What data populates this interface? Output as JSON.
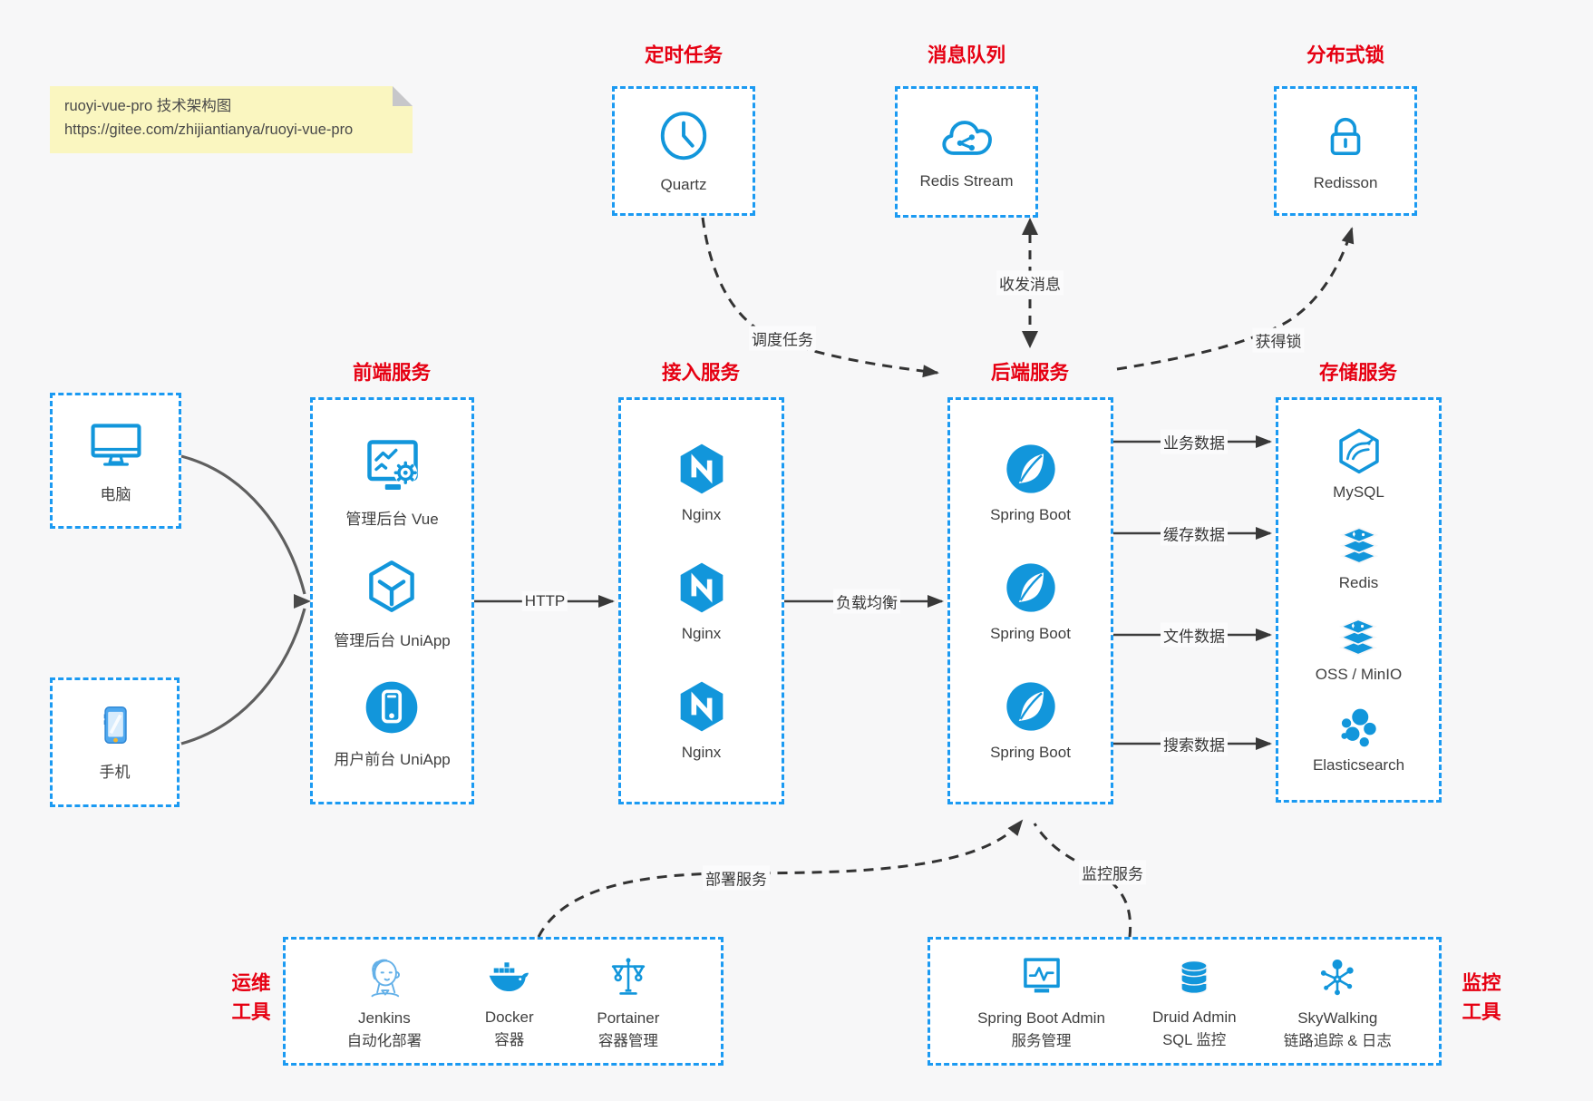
{
  "note": {
    "line1": "ruoyi-vue-pro 技术架构图",
    "line2": "https://gitee.com/zhijiantianya/ruoyi-vue-pro"
  },
  "colors": {
    "icon_blue": "#1296db",
    "border_blue": "#1b9af2",
    "title_red": "#e60012",
    "note_yellow": "#faf6c0",
    "arrow_dark": "#3d3d3d",
    "background": "#f7f7f8"
  },
  "top_services": [
    {
      "title": "定时任务",
      "item": "Quartz",
      "icon": "clock-icon"
    },
    {
      "title": "消息队列",
      "item": "Redis Stream",
      "icon": "cloud-mq-icon"
    },
    {
      "title": "分布式锁",
      "item": "Redisson",
      "icon": "lock-icon"
    }
  ],
  "clients": [
    {
      "label": "电脑",
      "icon": "desktop-icon"
    },
    {
      "label": "手机",
      "icon": "phone-icon"
    }
  ],
  "columns": {
    "frontend": {
      "title": "前端服务",
      "items": [
        {
          "label": "管理后台 Vue"
        },
        {
          "label": "管理后台 UniApp"
        },
        {
          "label": "用户前台 UniApp"
        }
      ]
    },
    "access": {
      "title": "接入服务",
      "items": [
        {
          "label": "Nginx"
        },
        {
          "label": "Nginx"
        },
        {
          "label": "Nginx"
        }
      ]
    },
    "backend": {
      "title": "后端服务",
      "items": [
        {
          "label": "Spring Boot"
        },
        {
          "label": "Spring Boot"
        },
        {
          "label": "Spring Boot"
        }
      ]
    },
    "storage": {
      "title": "存储服务",
      "items": [
        {
          "label": "MySQL"
        },
        {
          "label": "Redis"
        },
        {
          "label": "OSS / MinIO"
        },
        {
          "label": "Elasticsearch"
        }
      ]
    }
  },
  "bottom": {
    "ops": {
      "title_lines": [
        "运维",
        "工具"
      ],
      "items": [
        {
          "name": "Jenkins",
          "desc": "自动化部署"
        },
        {
          "name": "Docker",
          "desc": "容器"
        },
        {
          "name": "Portainer",
          "desc": "容器管理"
        }
      ]
    },
    "monitor": {
      "title_lines": [
        "监控",
        "工具"
      ],
      "items": [
        {
          "name": "Spring Boot Admin",
          "desc": "服务管理"
        },
        {
          "name": "Druid Admin",
          "desc": "SQL 监控"
        },
        {
          "name": "SkyWalking",
          "desc": "链路追踪 & 日志"
        }
      ]
    }
  },
  "edge_labels": {
    "http": "HTTP",
    "load_balance": "负载均衡",
    "schedule": "调度任务",
    "message": "收发消息",
    "lock": "获得锁",
    "biz_data": "业务数据",
    "cache_data": "缓存数据",
    "file_data": "文件数据",
    "search_data": "搜索数据",
    "deploy": "部署服务",
    "monitor": "监控服务"
  }
}
